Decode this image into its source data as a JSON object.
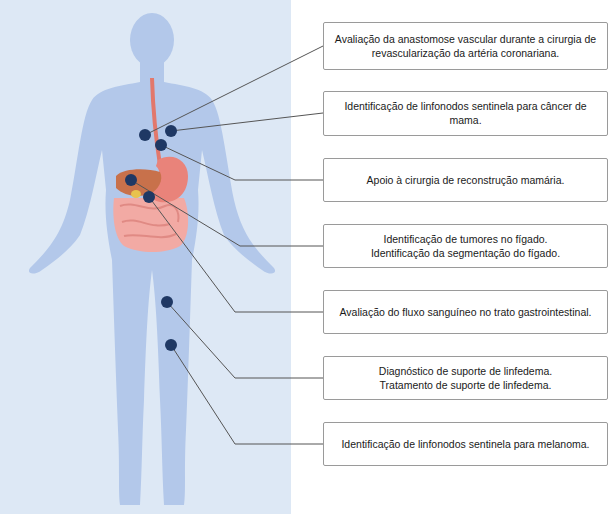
{
  "diagram": {
    "nodes": [
      {
        "text": [
          "Avaliação da anastomose vascular durante a cirurgia de revascularização da artéria coronariana."
        ]
      },
      {
        "text": [
          "Identificação de linfonodos sentinela para câncer de mama."
        ]
      },
      {
        "text": [
          "Apoio à cirurgia de reconstrução mamária."
        ]
      },
      {
        "text": [
          "Identificação de tumores no fígado.",
          "Identificação da segmentação do fígado."
        ]
      },
      {
        "text": [
          "Avaliação do fluxo sanguíneo no trato gastrointestinal."
        ]
      },
      {
        "text": [
          "Diagnóstico de suporte de linfedema.",
          "Tratamento de suporte de linfedema."
        ]
      },
      {
        "text": [
          "Identificação de linfonodos sentinela para melanoma."
        ]
      }
    ]
  }
}
